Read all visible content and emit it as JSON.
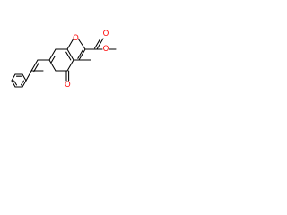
{
  "molecule": {
    "atom_labels": {
      "ring_oxygen": "O",
      "carbonyl_oxygen": "O",
      "ester_carbonyl_oxygen": "O",
      "ester_oxygen": "O"
    },
    "colors": {
      "bond": "#000000",
      "oxygen": "#ff0000",
      "background": "#ffffff"
    }
  }
}
